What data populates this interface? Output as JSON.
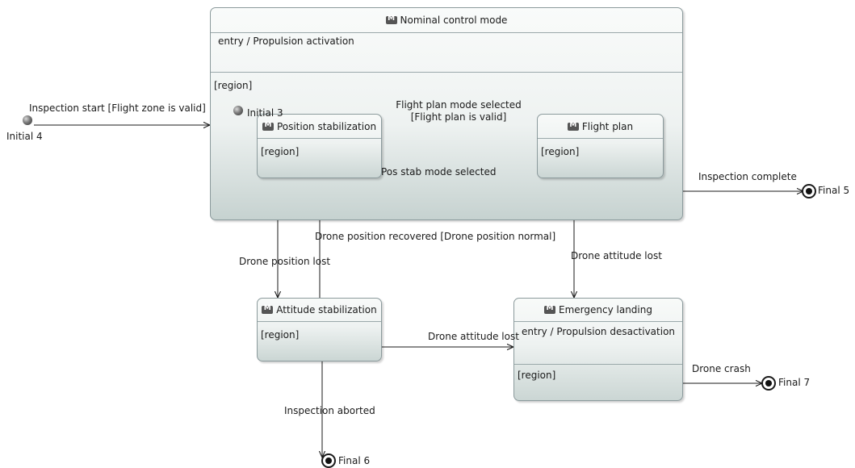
{
  "states": {
    "nominal": {
      "title": "Nominal control mode",
      "entry": "entry / Propulsion activation",
      "region": "[region]"
    },
    "position": {
      "title": "Position stabilization",
      "region": "[region]"
    },
    "flight_plan": {
      "title": "Flight plan",
      "region": "[region]"
    },
    "attitude": {
      "title": "Attitude stabilization",
      "region": "[region]"
    },
    "emergency": {
      "title": "Emergency landing",
      "entry": "entry / Propulsion desactivation",
      "region": "[region]"
    }
  },
  "pseudostates": {
    "initial_4": "Initial 4",
    "initial_3": "Initial 3",
    "final_5": "Final  5",
    "final_6": "Final  6",
    "final_7": "Final  7"
  },
  "transitions": {
    "inspection_start": "Inspection start [Flight zone is valid]",
    "flight_plan_selected_1": "Flight plan mode selected",
    "flight_plan_selected_2": "[Flight plan is valid]",
    "pos_stab_selected": "Pos stab mode selected",
    "inspection_complete": "Inspection complete",
    "drone_position_recovered": "Drone position recovered [Drone position normal]",
    "drone_position_lost": "Drone position lost",
    "drone_attitude_lost_1": "Drone attitude lost",
    "drone_attitude_lost_2": "Drone attitude lost",
    "drone_crash": "Drone crash",
    "inspection_aborted": "Inspection aborted"
  },
  "icons": {
    "state_badge": "m-badge-icon"
  },
  "colors": {
    "border": "#8b9a9c",
    "line": "#1a1a1a"
  }
}
